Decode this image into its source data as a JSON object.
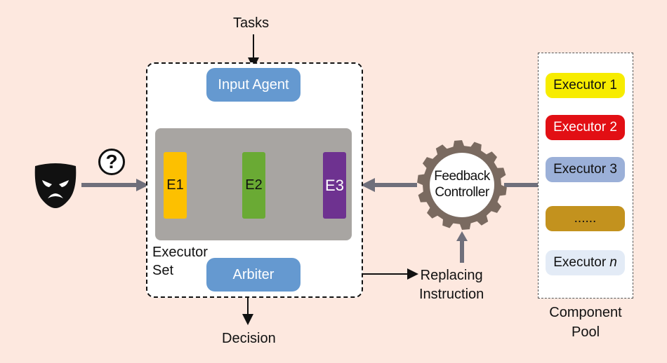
{
  "labels": {
    "tasks": "Tasks",
    "decision": "Decision",
    "executor_set": "Executor\nSet",
    "replacing_instruction": "Replacing\nInstruction",
    "component_pool": "Component\nPool",
    "question": "?"
  },
  "nodes": {
    "input_agent": "Input Agent",
    "arbiter": "Arbiter",
    "feedback_controller": "Feedback\nController"
  },
  "executors": [
    {
      "label": "E1",
      "color": "#fdc000",
      "text_color": "#111111"
    },
    {
      "label": "E2",
      "color": "#6aaa34",
      "text_color": "#111111"
    },
    {
      "label": "E3",
      "color": "#6e3290",
      "text_color": "#ffffff"
    }
  ],
  "pool": [
    {
      "label": "Executor 1",
      "color": "#f7ec00",
      "text_color": "#111111"
    },
    {
      "label": "Executor 2",
      "color": "#e20f14",
      "text_color": "#ffffff"
    },
    {
      "label": "Executor 3",
      "color": "#9bb0d8",
      "text_color": "#111111"
    },
    {
      "label": "......",
      "color": "#c3921e",
      "text_color": "#111111"
    },
    {
      "label": "Executor",
      "italic_suffix": "n",
      "color": "#e3ebf6",
      "text_color": "#111111"
    }
  ],
  "colors": {
    "background": "#fde8df",
    "agent_blue": "#6599d0",
    "gray_panel": "#a8a5a2",
    "gear": "#7a6a60",
    "arrow_gray": "#6f6f7b"
  }
}
